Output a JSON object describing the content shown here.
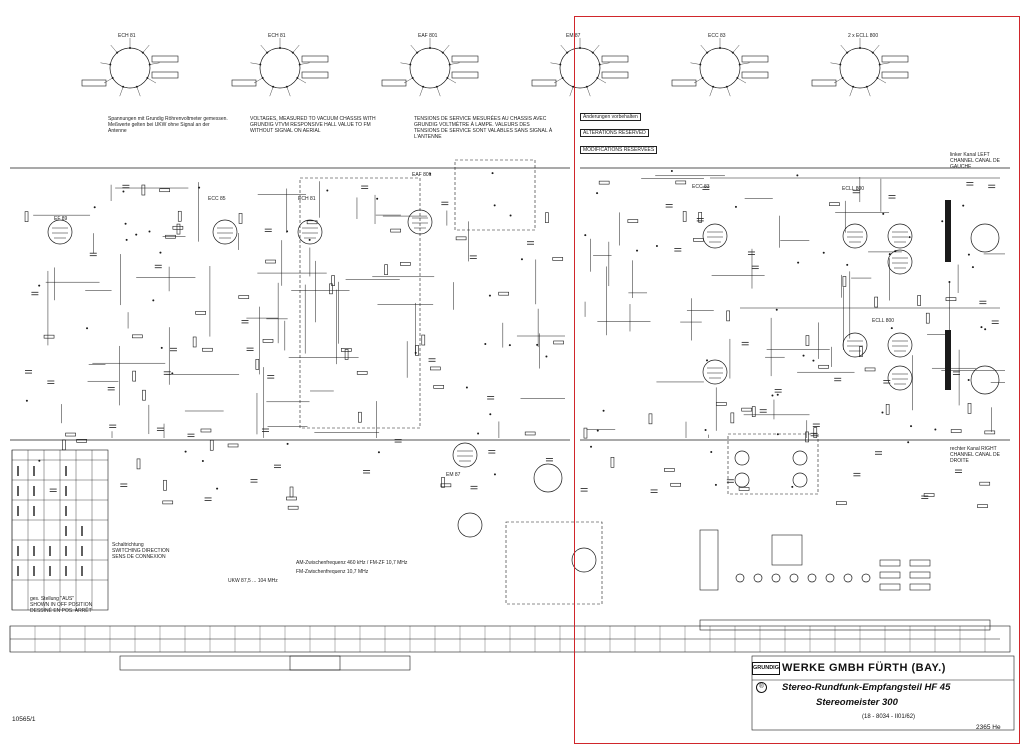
{
  "colors": {
    "ink": "#1a1a1a",
    "highlight_frame": "#d0262b",
    "paper": "#ffffff"
  },
  "tube_labels": [
    "ECH 81",
    "ECH 81",
    "EAF 801",
    "EM 87",
    "ECC 83",
    "2 x ECLL 800",
    "EF 89",
    "ECC 85",
    "ECC 83",
    "ECLL 800",
    "ECLL 800",
    "EM 87",
    "EAF 801",
    "ECH 81"
  ],
  "notes": {
    "voltage_de": "Spannungen mit Grundig Röhrenvoltmeter gemessen. Meßwerte gelten bei UKW ohne Signal an der Antenne",
    "voltage_en": "VOLTAGES, MEASURED TO VACUUM CHASSIS WITH GRUNDIG VTVM RESPONSIVE HALL VALUE TO FM WITHOUT SIGNAL ON AERIAL",
    "voltage_fr": "TENSIONS DE SERVICE MESURÉES AU CHASSIS AVEC GRUNDIG VOLTMÈTRE À LAMPE. VALEURS DES TENSIONS DE SERVICE SONT VALABLES SANS SIGNAL À L'ANTENNE",
    "alterations_de": "Änderungen vorbehalten",
    "alterations_en": "ALTERATIONS RESERVED",
    "alterations_fr": "MODIFICATIONS RÉSERVÉES",
    "switching_de": "Schaltrichtung",
    "switching_en": "SWITCHING DIRECTION",
    "switching_fr": "SENS DE CONNEXION",
    "shown_de": "ges. Stellung \"AUS\"",
    "shown_en": "SHOWN IN OFF POSITION",
    "shown_fr": "DESSINÉ EN POS. ARRÊT",
    "left_channel": "linker Kanal LEFT CHANNEL CANAL DE GAUCHE",
    "right_channel": "rechter Kanal RIGHT CHANNEL CANAL DE DROITE",
    "ranges": "UKW 87,5 ... 104 MHz",
    "if_note": "AM-Zwischenfrequenz 460 kHz / FM-ZF 10,7 MHz",
    "fm_if": "FM-Zwischenfrequenz 10,7 MHz"
  },
  "title_block": {
    "brand": "GRUNDIG",
    "registered": "®",
    "company": "WERKE GMBH FÜRTH (BAY.)",
    "product": "Stereo-Rundfunk-Empfangsteil HF 45",
    "model": "Stereomeister 300",
    "doc_number": "(18 - 8034 - II01/62)"
  },
  "corner_left": "10565/1",
  "corner_right": "2365 He"
}
